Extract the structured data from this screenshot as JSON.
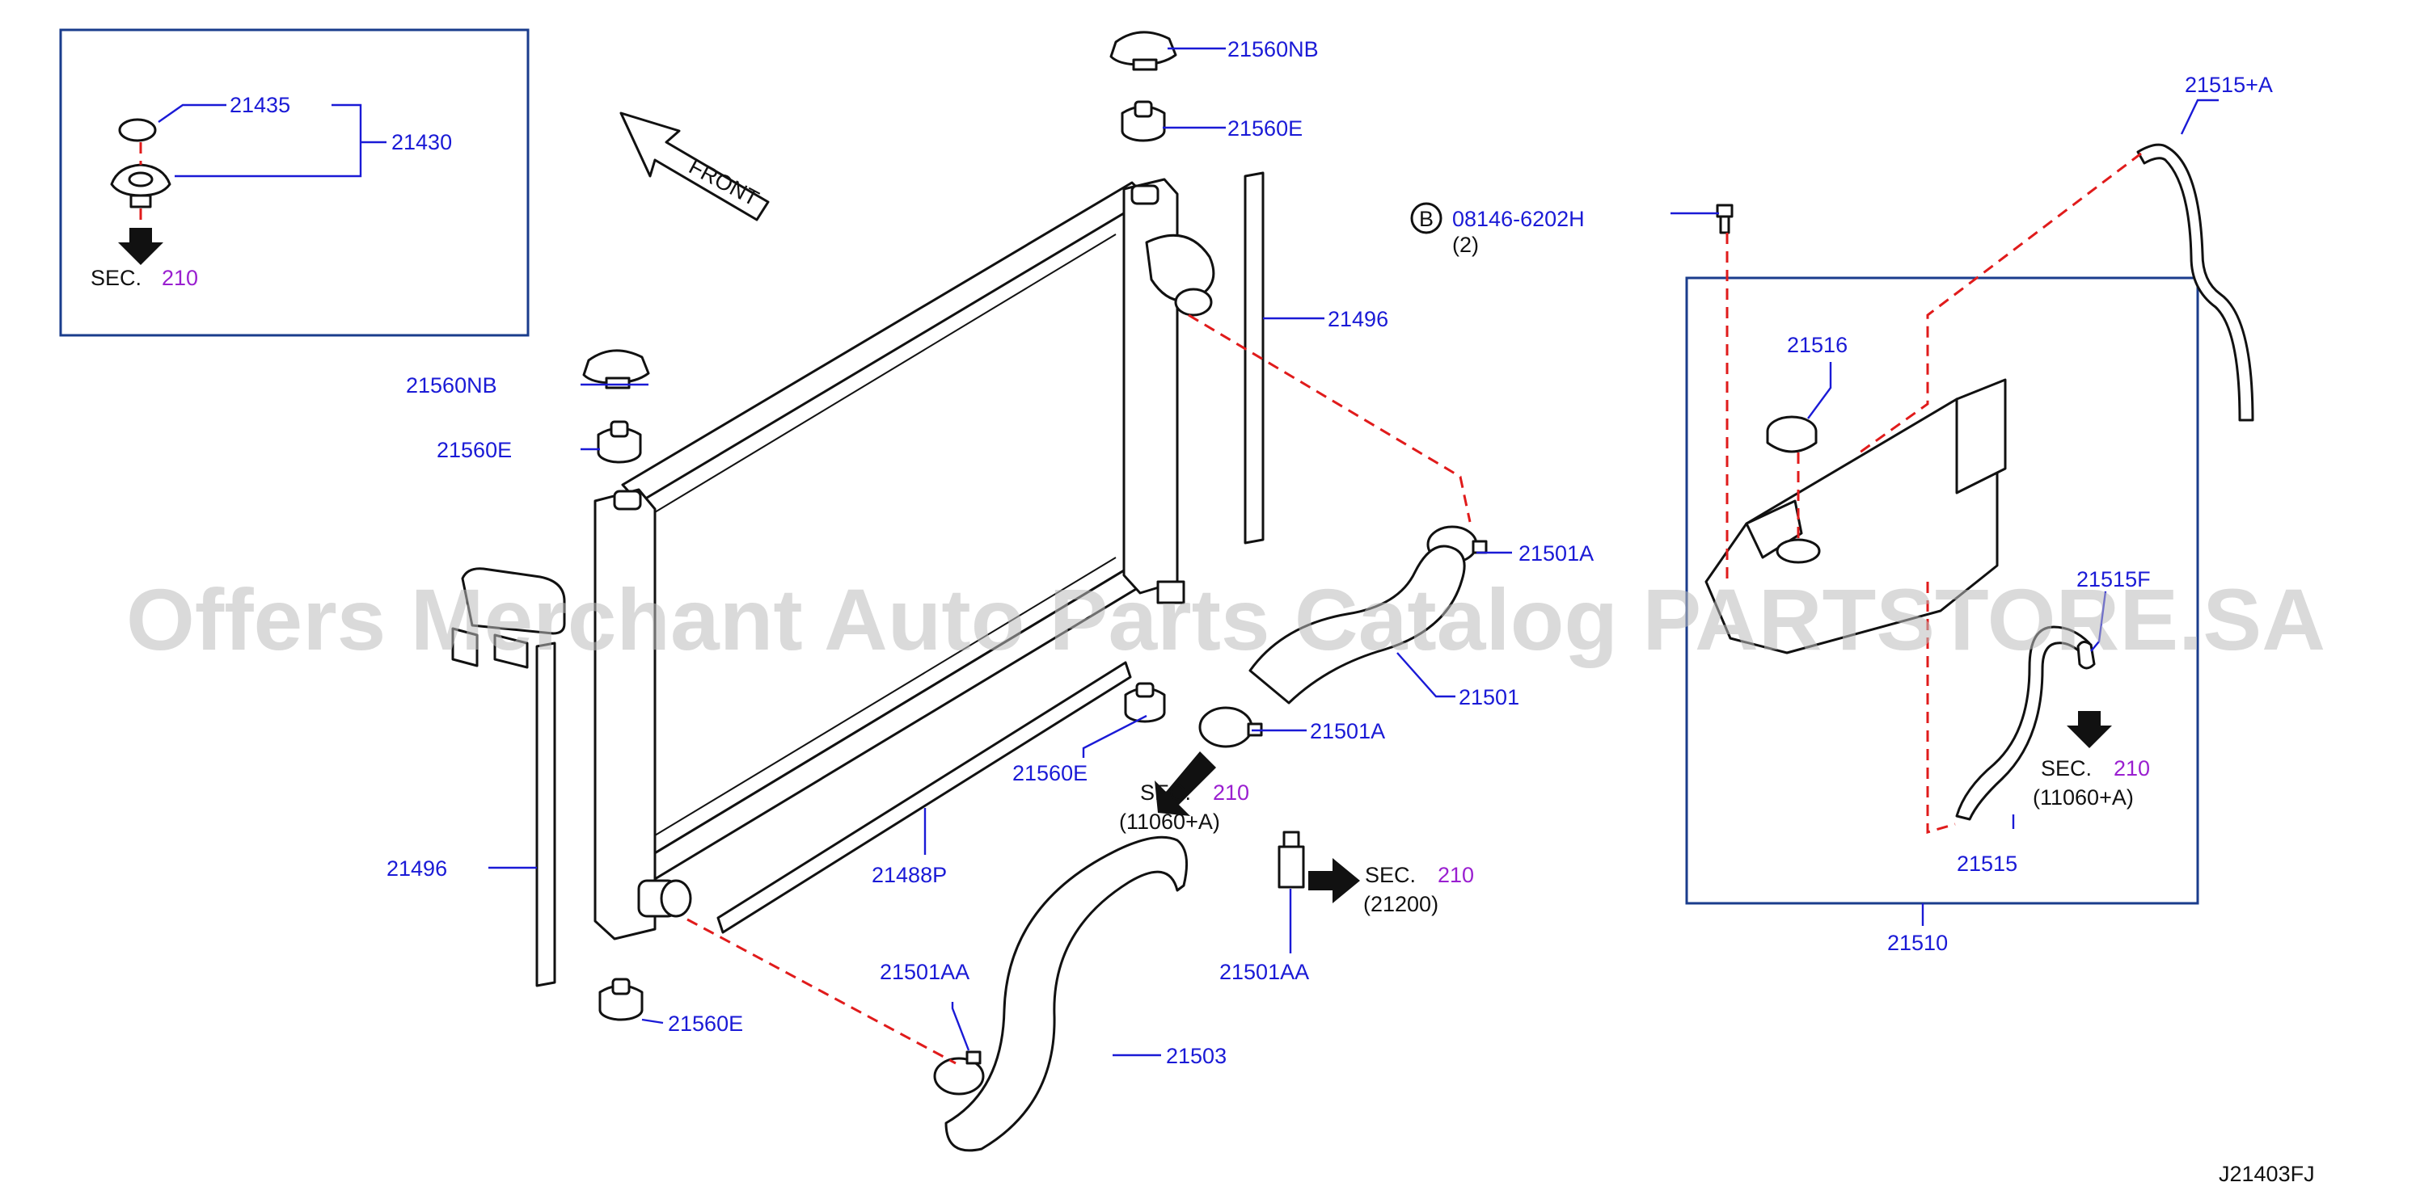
{
  "colors": {
    "label": "#1a1ad6",
    "section_number": "#9a1fd0",
    "leader_line": "#1a1ad6",
    "dashed_connector": "#e01b1b",
    "inset_border": "#1a3c8c",
    "watermark": "#bdbdbd"
  },
  "watermark": "Offers Merchant Auto Parts Catalog PARTSTORE.SA",
  "diagram_code": "J21403FJ",
  "front_label": "FRONT",
  "bolt_marker": "B",
  "inset": {
    "labels": {
      "seal": "21435",
      "cap_assembly": "21430"
    },
    "sec_prefix": "SEC.",
    "sec_number": "210"
  },
  "labels": {
    "cap_top": "21560NB",
    "mount_top": "21560E",
    "cap_left": "21560NB",
    "mount_left": "21560E",
    "seal_right": "21496",
    "seal_left": "21496",
    "clamp_upper": "21501A",
    "hose_upper": "21501",
    "clamp_upper_lower": "21501A",
    "mount_center": "21560E",
    "seal_bottom": "21488P",
    "clamp_lower_left": "21501AA",
    "clamp_lower_right": "21501AA",
    "hose_lower": "21503",
    "mount_bottom": "21560E",
    "bolt_part": "08146-6202H",
    "bolt_qty": "(2)",
    "hose_reservoir_top": "21515+A",
    "cap_reservoir": "21516",
    "hose_reservoir_f": "21515F",
    "hose_reservoir": "21515",
    "reservoir_assembly": "21510"
  },
  "sections": [
    {
      "prefix": "SEC.",
      "number": "210",
      "ref": "(11060+A)"
    },
    {
      "prefix": "SEC.",
      "number": "210",
      "ref": "(21200)"
    },
    {
      "prefix": "SEC.",
      "number": "210",
      "ref": "(11060+A)"
    }
  ]
}
